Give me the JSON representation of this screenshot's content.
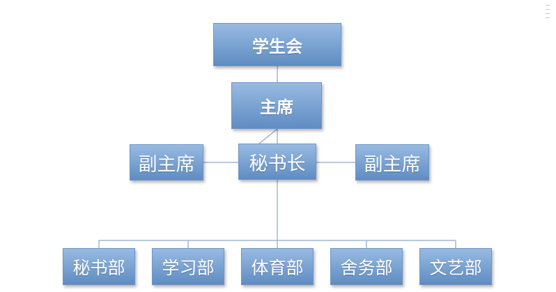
{
  "org_chart": {
    "root": "学生会",
    "chair": "主席",
    "secretary_general": "秘书长",
    "vice_chair_left": "副主席",
    "vice_chair_right": "副主席",
    "departments": [
      "秘书部",
      "学习部",
      "体育部",
      "舍务部",
      "文艺部"
    ]
  },
  "colors": {
    "box_fill_top": "#98bae2",
    "box_fill_bottom": "#5f8cc2",
    "box_text": "#ffffff",
    "connector": "#9db7d6"
  }
}
